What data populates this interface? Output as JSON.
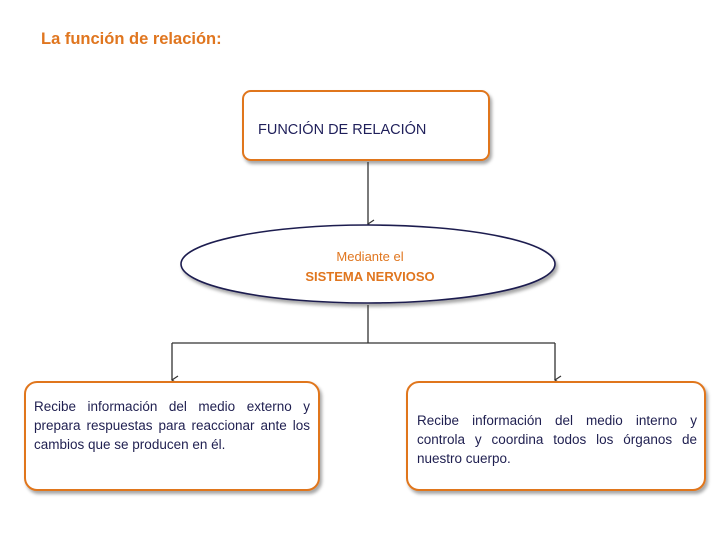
{
  "title": "La función de relación:",
  "top_box": {
    "label": "FUNCIÓN DE RELACIÓN"
  },
  "ellipse": {
    "line1": "Mediante el",
    "line2": "SISTEMA NERVIOSO"
  },
  "left_box": {
    "text": "Recibe información del medio externo y prepara respuestas para reaccionar ante los cambios que se producen en él."
  },
  "right_box": {
    "text": "Recibe información del medio interno y controla y coordina todos los órganos de nuestro cuerpo."
  },
  "colors": {
    "accent": "#e0761f",
    "text": "#1f1f50",
    "connector": "#333333"
  }
}
